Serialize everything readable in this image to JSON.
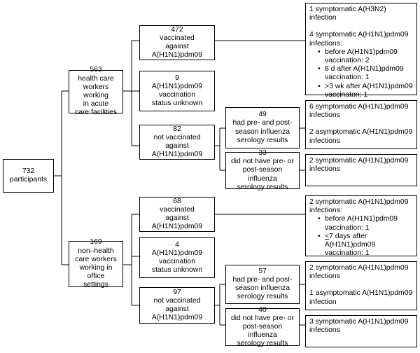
{
  "root": {
    "count": "732",
    "label": "participants"
  },
  "groups": [
    {
      "count": "563",
      "label": "health care\nworkers working\nin acute\ncare facilities",
      "branches": [
        {
          "count": "472",
          "label": "vaccinated\nagainst A(H1N1)pdm09",
          "outcome": {
            "paragraphs": [
              "1 symptomatic A(H3N2) infection",
              "4 symptomatic A(H1N1)pdm09\ninfections:"
            ],
            "bullets": [
              "before A(H1N1)pdm09\nvaccination: 2",
              "8 d after A(H1N1)pdm09\nvaccination: 1",
              ">3 wk after A(H1N1)pdm09\nvaccinaton: 1"
            ]
          }
        },
        {
          "count": "9",
          "label": "A(H1N1)pdm09\nvaccination\nstatus unknown"
        },
        {
          "count": "82",
          "label": "not vaccinated\nagainst A(H1N1)pdm09",
          "subs": [
            {
              "count": "49",
              "label": "had pre- and post-\nseason influenza\nserology results",
              "outcome": {
                "paragraphs": [
                  "6 symptomatic A(H1N1)pdm09\ninfections",
                  "2 asymptomatic A(H1N1)pdm09\ninfections"
                ]
              }
            },
            {
              "count": "33",
              "label": "did not have pre- or\npost-season influenza\nserology results",
              "outcome": {
                "paragraphs": [
                  "2 symptomatic A(H1N1)pdm09\ninfections"
                ]
              }
            }
          ]
        }
      ]
    },
    {
      "count": "169",
      "label": "non–health\ncare workers\nworking in office\nsettings",
      "branches": [
        {
          "count": "68",
          "label": "vaccinated\nagainst A(H1N1)pdm09",
          "outcome": {
            "paragraphs": [
              "2 symptomatic A(H1N1)pdm09\ninfections:"
            ],
            "bullets": [
              "before A(H1N1)pdm09\nvaccination: 1"
            ],
            "bullet_underlined_prefix": "<",
            "bullet_rest": "7 days after A(H1N1)pdm09\nvaccination: 1"
          }
        },
        {
          "count": "4",
          "label": "A(H1N1)pdm09\nvaccination\nstatus unknown"
        },
        {
          "count": "97",
          "label": "not vaccinated\nagainst A(H1N1)pdm09",
          "subs": [
            {
              "count": "57",
              "label": "had pre- and post-\nseason influenza\nserology results",
              "outcome": {
                "paragraphs": [
                  "2 symptomatic A(H1N1)pdm09\ninfections",
                  "1 asymptomatic A(H1N1)pdm09\ninfection"
                ]
              }
            },
            {
              "count": "40",
              "label": "did not have pre- or\npost-season influenza\nserology results",
              "outcome": {
                "paragraphs": [
                  "3 symptomatic A(H1N1)pdm09\ninfections"
                ]
              }
            }
          ]
        }
      ]
    }
  ]
}
